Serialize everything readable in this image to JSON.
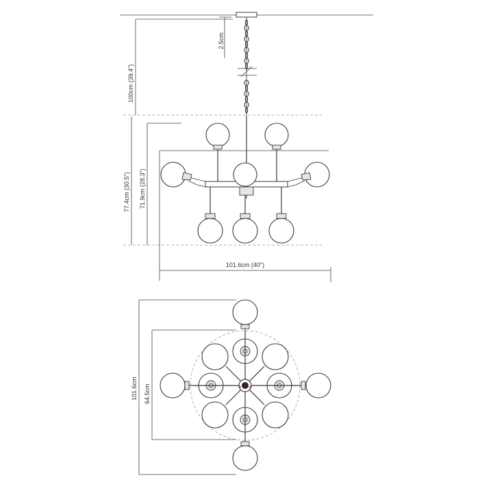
{
  "dimensions": {
    "chain_length": "100cm (39.4\")",
    "canopy_height": "2.5cm",
    "overall_height": "77.4cm (30.5\")",
    "body_height": "71.9cm (28.3\")",
    "width_front": "101.6cm (40\")",
    "width_top_outer": "101.6cm",
    "width_top_inner": "64.5cm"
  },
  "colors": {
    "line": "#3a3a3a",
    "dashed": "#999999",
    "hub_accent": "#a0306a"
  }
}
